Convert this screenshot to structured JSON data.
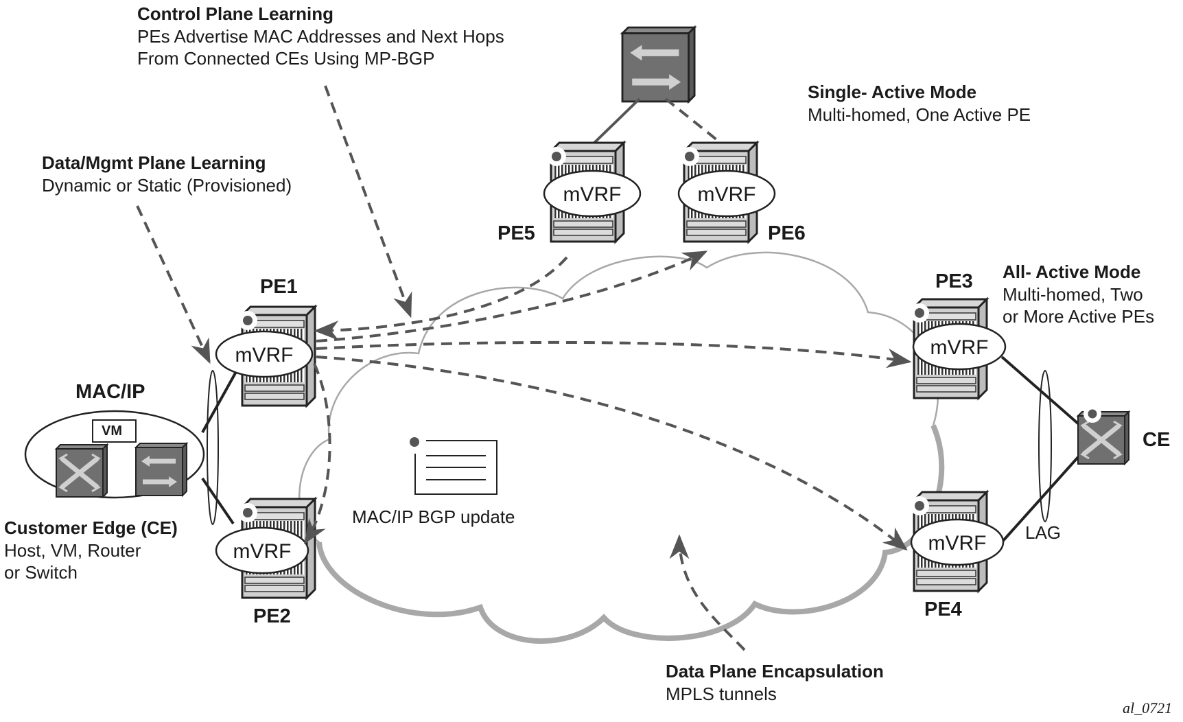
{
  "annotations": {
    "control_plane": {
      "title": "Control Plane Learning",
      "line1": "PEs Advertise MAC Addresses and Next Hops",
      "line2": "From Connected CEs Using MP-BGP"
    },
    "data_mgmt_plane": {
      "title": "Data/Mgmt Plane Learning",
      "line1": "Dynamic or Static (Provisioned)"
    },
    "single_active": {
      "title": "Single- Active Mode",
      "line1": "Multi-homed, One Active PE"
    },
    "all_active": {
      "title": "All- Active Mode",
      "line1": "Multi-homed, Two",
      "line2": "or More Active PEs"
    },
    "customer_edge": {
      "title": "Customer Edge (CE)",
      "line1": "Host, VM, Router",
      "line2": "or Switch"
    },
    "data_plane": {
      "title": "Data Plane Encapsulation",
      "line1": "MPLS tunnels"
    }
  },
  "nodes": {
    "pe1": "PE1",
    "pe2": "PE2",
    "pe3": "PE3",
    "pe4": "PE4",
    "pe5": "PE5",
    "pe6": "PE6",
    "ce": "CE",
    "mac_ip": "MAC/IP",
    "vm": "VM",
    "lag": "LAG",
    "vrf": "mVRF"
  },
  "cloud_label": "MAC/IP BGP update",
  "figure_id": "al_0721",
  "colors": {
    "device_dark": "#6f6f6f",
    "device_light": "#cfcfcf",
    "dashed": "#555555",
    "cloud": "#a8a8a8"
  }
}
